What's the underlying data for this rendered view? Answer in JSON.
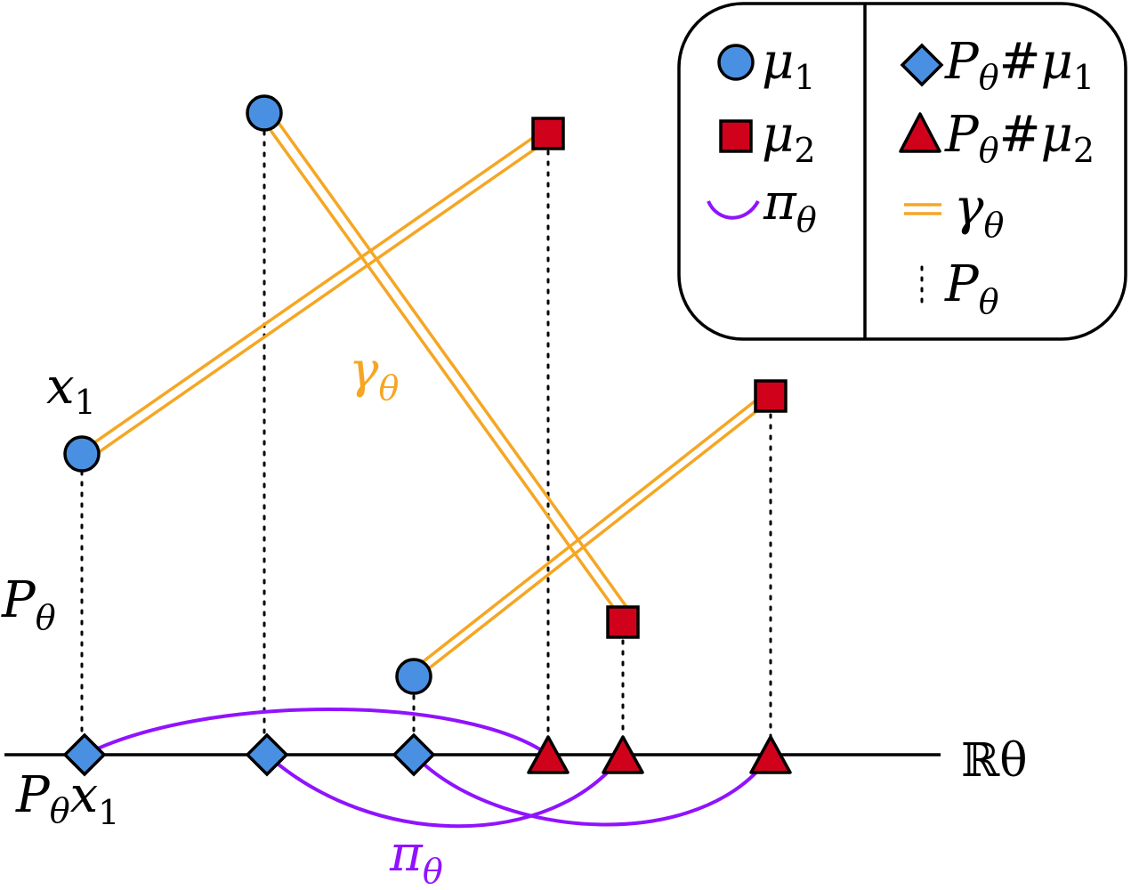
{
  "colors": {
    "mu1": "#4a90e2",
    "mu2": "#d0021b",
    "plan": "#f5a623",
    "coupling": "#9013fe",
    "ink": "#000000"
  },
  "axis": {
    "label": "ℝθ"
  },
  "labels": {
    "x1": {
      "base": "x",
      "sub": "1"
    },
    "projection_left": {
      "base": "P",
      "sub": "θ"
    },
    "projected_x1": {
      "base": "P",
      "sub": "θ",
      "tail": "x",
      "tail_sub": "1"
    },
    "gamma": {
      "base": "γ",
      "sub": "θ"
    },
    "pi": {
      "base": "π",
      "sub": "θ"
    }
  },
  "legend": {
    "left": [
      {
        "icon": "circle-icon",
        "base": "μ",
        "sub": "1"
      },
      {
        "icon": "square-icon",
        "base": "μ",
        "sub": "2"
      },
      {
        "icon": "arc-icon",
        "base": "π",
        "sub": "θ"
      }
    ],
    "right": [
      {
        "icon": "diamond-icon",
        "base": "P",
        "sub": "θ",
        "tail": "#μ",
        "tail_sub": "1"
      },
      {
        "icon": "triangle-icon",
        "base": "P",
        "sub": "θ",
        "tail": "#μ",
        "tail_sub": "2"
      },
      {
        "icon": "double-line-icon",
        "base": "γ",
        "sub": "θ"
      },
      {
        "icon": "dotted-line-icon",
        "base": "P",
        "sub": "θ"
      }
    ]
  }
}
